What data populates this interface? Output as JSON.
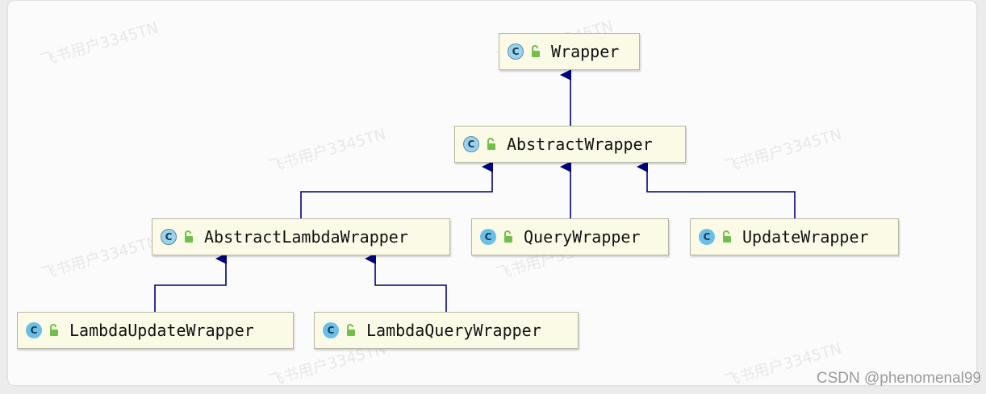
{
  "diagram": {
    "nodes": [
      {
        "id": "wrapper",
        "label": "Wrapper",
        "icon": "C",
        "kind": "abstract-class"
      },
      {
        "id": "abstract-wrapper",
        "label": "AbstractWrapper",
        "icon": "C",
        "kind": "abstract-class"
      },
      {
        "id": "abstract-lambda-wrapper",
        "label": "AbstractLambdaWrapper",
        "icon": "C",
        "kind": "abstract-class"
      },
      {
        "id": "query-wrapper",
        "label": "QueryWrapper",
        "icon": "C",
        "kind": "class"
      },
      {
        "id": "update-wrapper",
        "label": "UpdateWrapper",
        "icon": "C",
        "kind": "class"
      },
      {
        "id": "lambda-update-wrapper",
        "label": "LambdaUpdateWrapper",
        "icon": "C",
        "kind": "class"
      },
      {
        "id": "lambda-query-wrapper",
        "label": "LambdaQueryWrapper",
        "icon": "C",
        "kind": "class"
      }
    ],
    "edges": [
      {
        "from": "abstract-wrapper",
        "to": "wrapper",
        "type": "extends"
      },
      {
        "from": "abstract-lambda-wrapper",
        "to": "abstract-wrapper",
        "type": "extends"
      },
      {
        "from": "query-wrapper",
        "to": "abstract-wrapper",
        "type": "extends"
      },
      {
        "from": "update-wrapper",
        "to": "abstract-wrapper",
        "type": "extends"
      },
      {
        "from": "lambda-update-wrapper",
        "to": "abstract-lambda-wrapper",
        "type": "extends"
      },
      {
        "from": "lambda-query-wrapper",
        "to": "abstract-lambda-wrapper",
        "type": "extends"
      }
    ],
    "colors": {
      "edge": "#000080",
      "class_icon": "#6bbfe6",
      "lock_icon": "#6fbf4a",
      "node_fill": "#fafae6"
    }
  },
  "watermark": "飞书用户3345TN",
  "credit": "CSDN @phenomenal99"
}
